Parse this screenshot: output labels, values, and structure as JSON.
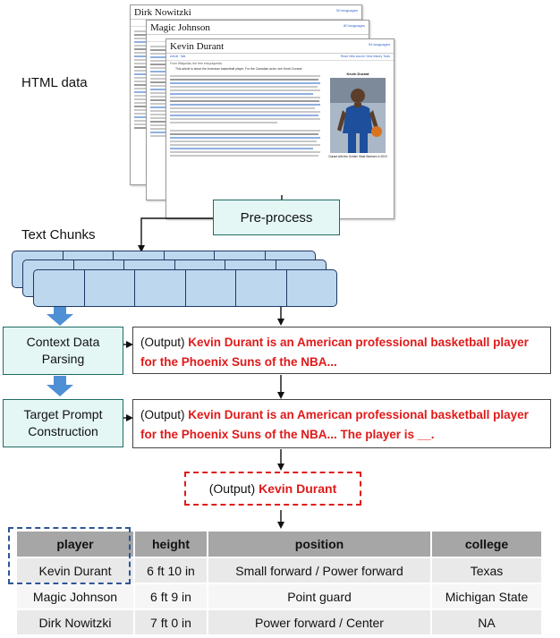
{
  "labels": {
    "html_data": "HTML data",
    "text_chunks": "Text Chunks",
    "preprocess": "Pre-process",
    "context_parsing_l1": "Context Data",
    "context_parsing_l2": "Parsing",
    "target_prompt_l1": "Target Prompt",
    "target_prompt_l2": "Construction"
  },
  "wiki": {
    "back": {
      "title": "Dirk Nowitzki",
      "lang": "50 languages"
    },
    "mid": {
      "title": "Magic Johnson",
      "lang": "80 languages"
    },
    "front": {
      "title": "Kevin Durant",
      "lang": "94 languages",
      "tab_article": "Article",
      "tab_talk": "Talk",
      "tab_right": "Read  View source  View history  Tools",
      "from": "From Wikipedia, the free encyclopedia",
      "hatnote": "This article is about the American basketball player. For the Canadian actor, see Kevin Durand.",
      "infobox_title": "Kevin Durant",
      "photo_caption": "Durant with the Golden State Warriors in 2019"
    }
  },
  "outputs": {
    "prefix": "(Output) ",
    "context": "Kevin Durant is an American professional basketball player for the Phoenix Suns of the NBA...",
    "target": "Kevin Durant is an American professional basketball player for the Phoenix Suns of the NBA... The player is __.",
    "answer": "Kevin Durant"
  },
  "table": {
    "headers": [
      "player",
      "height",
      "position",
      "college"
    ],
    "rows": [
      [
        "Kevin Durant",
        "6 ft 10 in",
        "Small forward / Power forward",
        "Texas"
      ],
      [
        "Magic Johnson",
        "6 ft 9 in",
        "Point guard",
        "Michigan State"
      ],
      [
        "Dirk Nowitzki",
        "7 ft 0 in",
        "Power forward / Center",
        "NA"
      ]
    ]
  },
  "colors": {
    "accent_red": "#e01a1a",
    "teal_fill": "#e4f7f5",
    "chunk_fill": "#bdd7ee",
    "arrow_blue": "#4f8fd6",
    "dash_blue": "#2e5597",
    "table_header": "#a6a6a6"
  }
}
